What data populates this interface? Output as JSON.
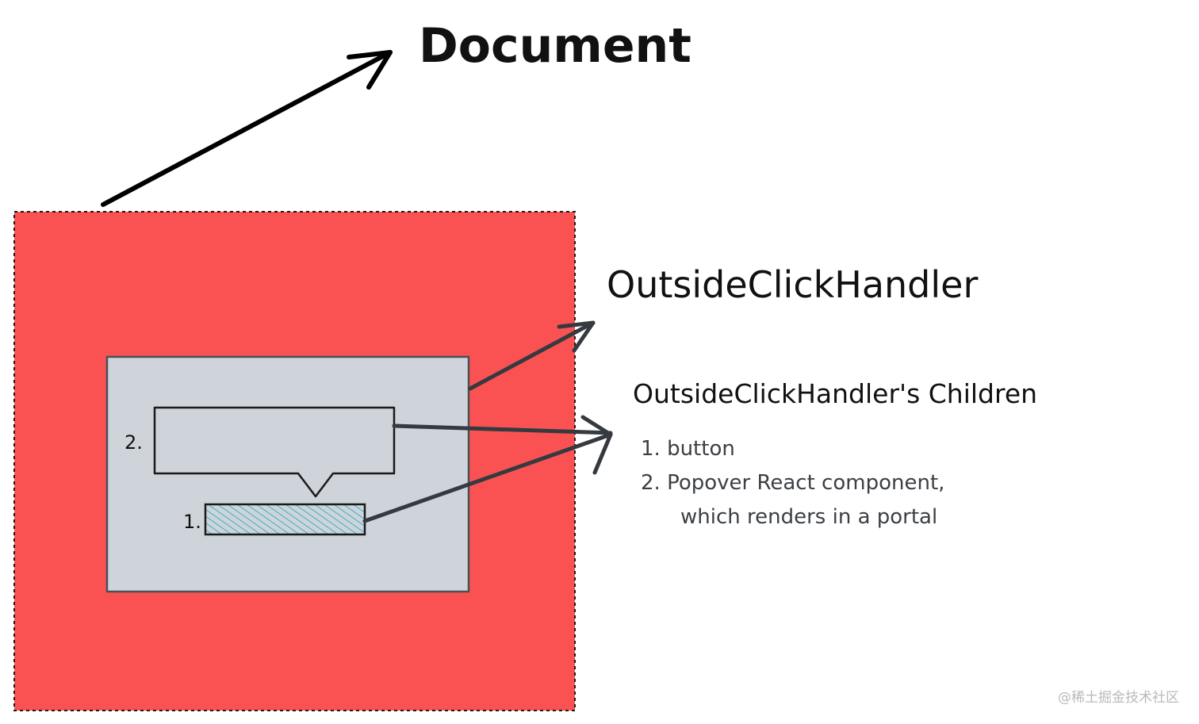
{
  "labels": {
    "document": "Document",
    "handler": "OutsideClickHandler",
    "children_title": "OutsideClickHandler's Children",
    "item1": "1. button",
    "item2_line1": "2. Popover React component,",
    "item2_line2": "which renders in a portal",
    "popover_marker": "2.",
    "button_marker": "1."
  },
  "watermark": "@稀土掘金技术社区",
  "colors": {
    "document_fill": "#fa5252",
    "handler_fill": "#ced4da",
    "button_hatch": "#15aabf",
    "arrow_dark": "#343a40",
    "arrow_black": "#000000"
  }
}
